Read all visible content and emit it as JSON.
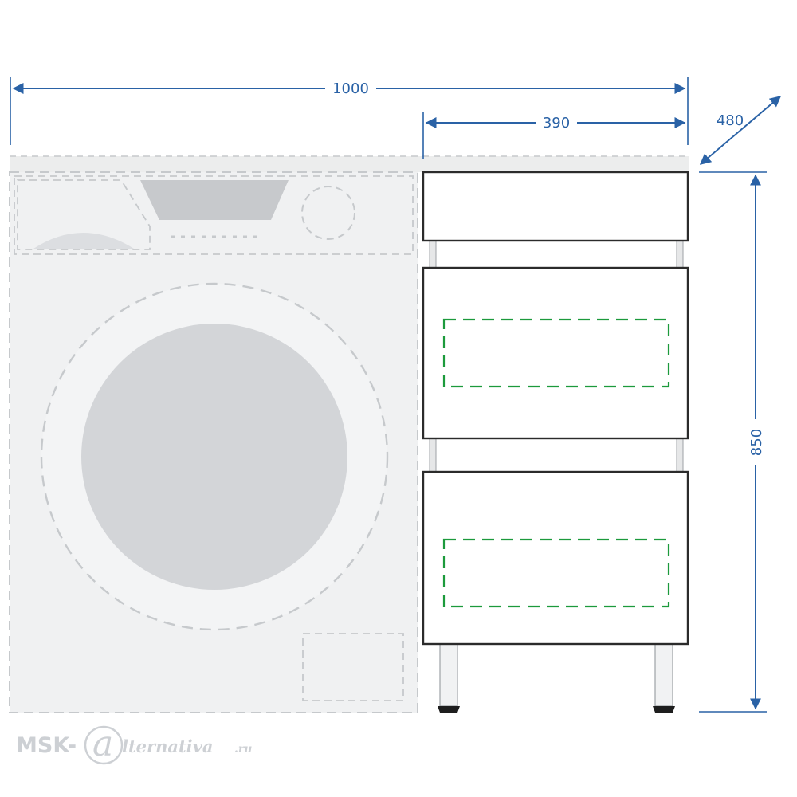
{
  "dimensions": {
    "total_width": "1000",
    "cabinet_width": "390",
    "depth": "480",
    "height": "850"
  },
  "watermark": {
    "prefix": "MSK-",
    "at": "a",
    "suffix": "lternativa",
    "tld": ".ru"
  },
  "colors": {
    "dimension": "#2a62a6",
    "cabinet_outline": "#2b2b2b",
    "drawer_marker": "#1c9a3c",
    "appliance_fill": "#f0f1f2",
    "appliance_dash": "#c6c9cc",
    "door_glass": "#d3d5d8",
    "watermark": "#cdd0d4"
  }
}
